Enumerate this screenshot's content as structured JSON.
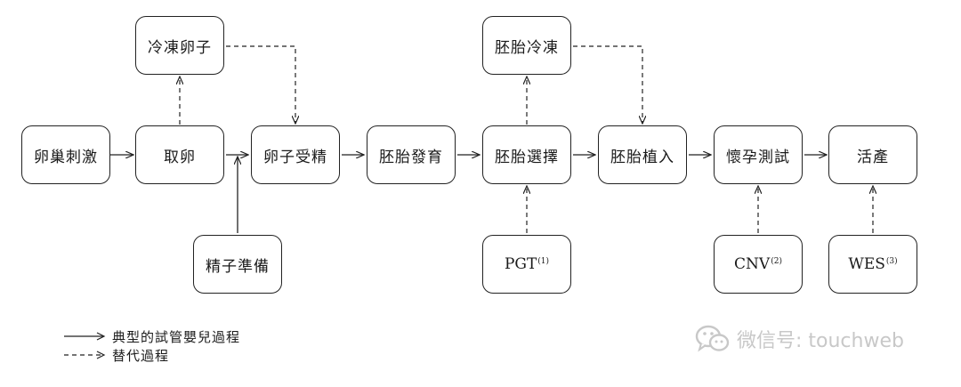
{
  "nodes": {
    "ovarian_stimulation": "卵巢刺激",
    "egg_retrieval": "取卵",
    "fertilization": "卵子受精",
    "embryo_culture": "胚胎發育",
    "embryo_selection": "胚胎選擇",
    "embryo_transfer": "胚胎植入",
    "pregnancy_test": "懷孕測試",
    "live_birth": "活產",
    "egg_freezing": "冷凍卵子",
    "embryo_freezing": "胚胎冷凍",
    "sperm_preparation": "精子準備",
    "pgt": {
      "label": "PGT",
      "note": "(1)"
    },
    "cnv": {
      "label": "CNV",
      "note": "(2)"
    },
    "wes": {
      "label": "WES",
      "note": "(3)"
    }
  },
  "legend": {
    "solid": "典型的試管嬰兒過程",
    "dashed": "替代過程"
  },
  "watermark": {
    "text": "微信号: touchweb",
    "icon": "wechat-icon"
  },
  "colors": {
    "stroke": "#222222",
    "watermark": "#c8c8c8"
  }
}
